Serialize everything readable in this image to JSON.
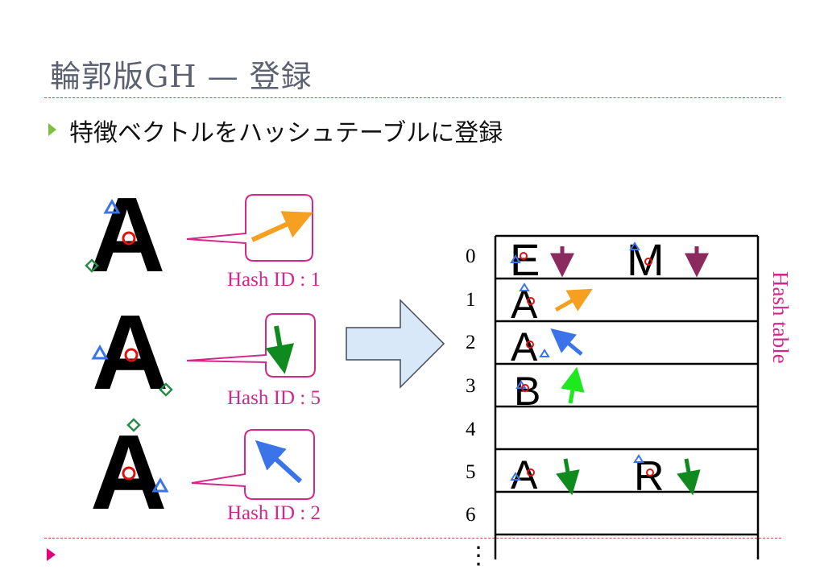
{
  "title": "輪郭版GH — 登録",
  "bullet": "特徴ベクトルをハッシュテーブルに登録",
  "colors": {
    "accent": "#d3288a",
    "orange": "#f5a020",
    "green": "#0f8a1f",
    "lightgreen": "#1ee81e",
    "blue": "#3a74e8",
    "purple": "#8a2a5e",
    "arrow_fill": "#d8e8f8"
  },
  "hash_ids": [
    "Hash ID : 1",
    "Hash ID : 5",
    "Hash ID : 2"
  ],
  "glyph": "A",
  "hash_table": {
    "label": "Hash table",
    "rows": [
      {
        "index": "0",
        "entries": [
          {
            "letter": "E",
            "arrow": "down-purple"
          },
          {
            "letter": "M",
            "arrow": "down-purple"
          }
        ]
      },
      {
        "index": "1",
        "entries": [
          {
            "letter": "A",
            "arrow": "orange-up-right"
          }
        ]
      },
      {
        "index": "2",
        "entries": [
          {
            "letter": "A",
            "arrow": "blue-up-left"
          }
        ]
      },
      {
        "index": "3",
        "entries": [
          {
            "letter": "B",
            "arrow": "lightgreen-up"
          }
        ]
      },
      {
        "index": "4",
        "entries": []
      },
      {
        "index": "5",
        "entries": [
          {
            "letter": "A",
            "arrow": "green-down"
          },
          {
            "letter": "R",
            "arrow": "green-down"
          }
        ]
      },
      {
        "index": "6",
        "entries": []
      }
    ],
    "ellipsis": "⋮"
  }
}
